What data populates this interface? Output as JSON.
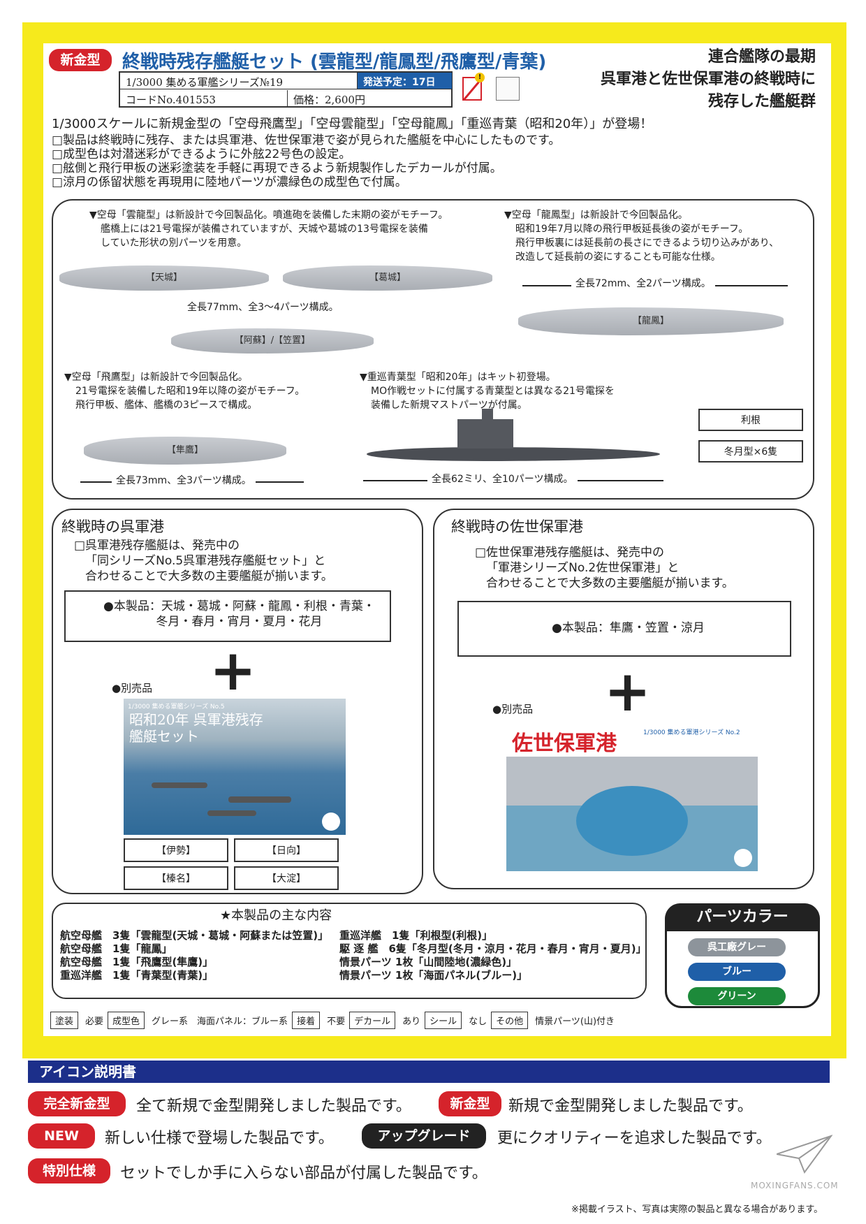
{
  "header": {
    "badge": "新金型",
    "title": "終戦時残存艦艇セット (雲龍型/龍鳳型/飛鷹型/青葉)",
    "series": "1/3000 集める軍艦シリーズ№19",
    "ship_date": "発送予定：17日",
    "code": "コードNo.401553",
    "price": "価格：2,600円",
    "tagline": [
      "連合艦隊の最期",
      "呉軍港と佐世保軍港の終戦時に",
      "残存した艦艇群"
    ]
  },
  "intro": [
    "1/3000スケールに新規金型の「空母飛鷹型」「空母雲龍型」「空母龍鳳」「重巡青葉（昭和20年）」が登場！",
    "□製品は終戦時に残存、または呉軍港、佐世保軍港で姿が見られた艦艇を中心にしたものです。",
    "□成型色は対潜迷彩ができるように外舷22号色の設定。",
    "□舷側と飛行甲板の迷彩塗装を手軽に再現できるよう新規製作したデカールが付属。",
    "□涼月の係留状態を再現用に陸地パーツが濃緑色の成型色で付属。"
  ],
  "ships": {
    "unryu_text": [
      "▼空母「雲龍型」は新設計で今回製品化。噴進砲を装備した末期の姿がモチーフ。",
      "艦橋上には21号電探が装備されていますが、天城や葛城の13号電探を装備",
      "していた形状の別パーツを用意。"
    ],
    "unryu_labels": [
      "【天城】",
      "【葛城】",
      "【阿蘇】/【笠置】"
    ],
    "unryu_len": "全長77mm、全3～4パーツ構成。",
    "ryuho_text": [
      "▼空母「龍鳳型」は新設計で今回製品化。",
      "昭和19年7月以降の飛行甲板延長後の姿がモチーフ。",
      "飛行甲板裏には延長前の長さにできるよう切り込みがあり、",
      "改造して延長前の姿にすることも可能な仕様。"
    ],
    "ryuho_len": "全長72mm、全2パーツ構成。",
    "ryuho_label": "【龍鳳】",
    "hiyo_text": [
      "▼空母「飛鷹型」は新設計で今回製品化。",
      "21号電探を装備した昭和19年以降の姿がモチーフ。",
      "飛行甲板、艦体、艦橋の3ピースで構成。"
    ],
    "hiyo_label": "【隼鷹】",
    "hiyo_len": "全長73mm、全3パーツ構成。",
    "aoba_text": [
      "▼重巡青葉型「昭和20年」はキット初登場。",
      "MO作戦セットに付属する青葉型とは異なる21号電探を",
      "装備した新規マストパーツが付属。"
    ],
    "aoba_len": "全長62ミリ、全10パーツ構成。",
    "extra": [
      "利根",
      "冬月型×6隻"
    ]
  },
  "kure": {
    "heading": "終戦時の呉軍港",
    "text": [
      "□呉軍港残存艦艇は、発売中の",
      "「同シリーズNo.5呉軍港残存艦艇セット」と",
      "合わせることで大多数の主要艦艇が揃います。"
    ],
    "product": [
      "●本製品：天城・葛城・阿蘇・龍鳳・利根・青葉・",
      "冬月・春月・宵月・夏月・花月"
    ],
    "plus": "+",
    "sold": "●別売品",
    "box_title": "昭和20年 呉軍港残存艦艇セット",
    "box_series": "1/3000 集める軍艦シリーズ No.5",
    "tags": [
      "【伊勢】",
      "【日向】",
      "【榛名】",
      "【大淀】"
    ]
  },
  "sasebo": {
    "heading": "終戦時の佐世保軍港",
    "text": [
      "□佐世保軍港残存艦艇は、発売中の",
      "「軍港シリーズNo.2佐世保軍港」と",
      "合わせることで大多数の主要艦艇が揃います。"
    ],
    "product": "●本製品：隼鷹・笠置・涼月",
    "plus": "+",
    "sold": "●別売品",
    "box_title": "佐世保軍港",
    "box_series": "1/3000 集める軍港シリーズ No.2"
  },
  "contents": {
    "heading": "★本製品の主な内容",
    "left": [
      "航空母艦　3隻「雲龍型(天城・葛城・阿蘇または笠置)」",
      "航空母艦　1隻「龍鳳」",
      "航空母艦　1隻「飛鷹型(隼鷹)」",
      "重巡洋艦　1隻「青葉型(青葉)」"
    ],
    "right": [
      "重巡洋艦　1隻「利根型(利根)」",
      "駆 逐 艦　6隻「冬月型(冬月・涼月・花月・春月・宵月・夏月)」",
      "情景パーツ 1枚「山間陸地(濃緑色)」",
      "情景パーツ 1枚「海面パネル(ブルー)」"
    ]
  },
  "parts": {
    "heading": "パーツカラー",
    "colors": [
      {
        "label": "呉工廠グレー",
        "color": "#8d949b"
      },
      {
        "label": "ブルー",
        "color": "#1f5fa8"
      },
      {
        "label": "グリーン",
        "color": "#1d8a3a"
      }
    ]
  },
  "footer": [
    {
      "box": "塗装",
      "text": "必要"
    },
    {
      "box": "成型色",
      "text": "グレー系　海面パネル：ブルー系"
    },
    {
      "box": "接着",
      "text": "不要"
    },
    {
      "box": "デカール",
      "text": "あり"
    },
    {
      "box": "シール",
      "text": "なし"
    },
    {
      "box": "その他",
      "text": "情景パーツ(山)付き"
    }
  ],
  "icons": {
    "heading": "アイコン説明書",
    "items": [
      {
        "badge": "完全新金型",
        "desc": "全て新規で金型開発しました製品です。",
        "color": "#d5232b"
      },
      {
        "badge": "新金型",
        "desc": "新規で金型開発しました製品です。",
        "color": "#d5232b"
      },
      {
        "badge": "NEW",
        "desc": "新しい仕様で登場した製品です。",
        "color": "#d5232b"
      },
      {
        "badge": "アップグレード",
        "desc": "更にクオリティーを追求した製品です。",
        "color": "#222222"
      },
      {
        "badge": "特別仕様",
        "desc": "セットでしか手に入らない部品が付属した製品です。",
        "color": "#d5232b"
      }
    ]
  },
  "disclaimer": "※掲載イラスト、写真は実際の製品と異なる場合があります。",
  "watermark": "MOXINGFANS.COM"
}
